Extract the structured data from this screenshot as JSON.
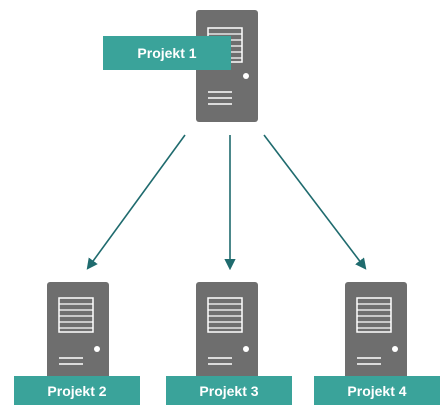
{
  "colors": {
    "server_body": "#6e6e6e",
    "server_light": "#ffffff",
    "label_bg": "#3aa39a",
    "label_text": "#ffffff",
    "arrow": "#1f6b6e"
  },
  "nodes": [
    {
      "id": "projekt-1",
      "label": "Projekt 1",
      "role": "source"
    },
    {
      "id": "projekt-2",
      "label": "Projekt 2",
      "role": "target"
    },
    {
      "id": "projekt-3",
      "label": "Projekt 3",
      "role": "target"
    },
    {
      "id": "projekt-4",
      "label": "Projekt 4",
      "role": "target"
    }
  ],
  "edges": [
    {
      "from": "projekt-1",
      "to": "projekt-2"
    },
    {
      "from": "projekt-1",
      "to": "projekt-3"
    },
    {
      "from": "projekt-1",
      "to": "projekt-4"
    }
  ]
}
